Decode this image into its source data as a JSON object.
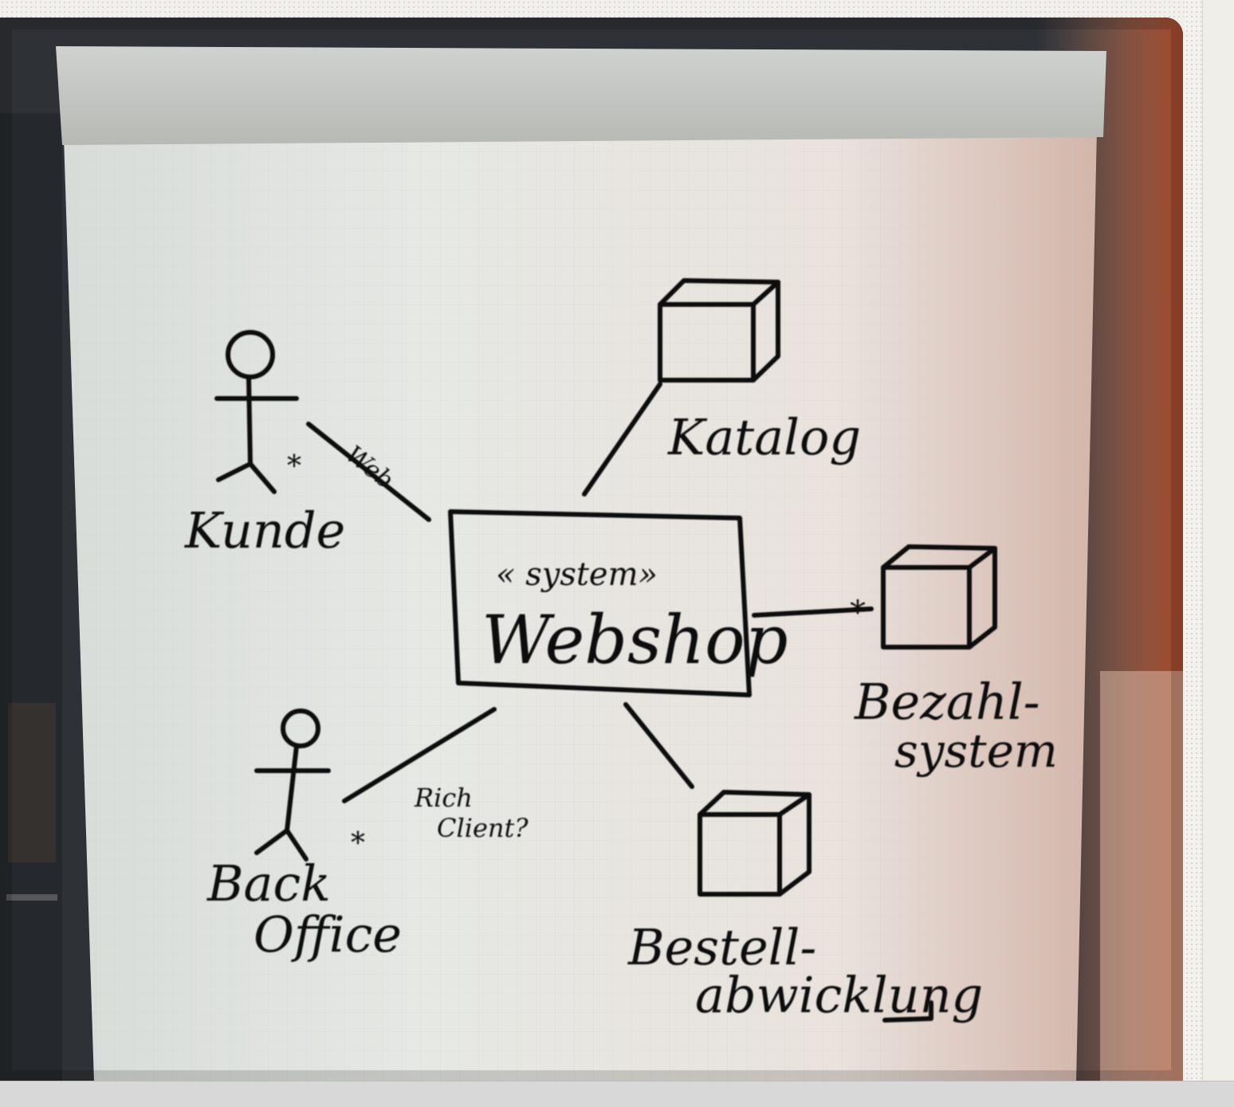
{
  "diagram": {
    "stereotype": "« system»",
    "system": "Webshop",
    "actors": {
      "customer": "Kunde",
      "back_office_line1": "Back",
      "back_office_line2": "Office"
    },
    "components": {
      "catalog": "Katalog",
      "payment_line1": "Bezahl-",
      "payment_line2": "system",
      "order_line1": "Bestell-",
      "order_line2": "abwicklung"
    },
    "edge_labels": {
      "web": "Web",
      "rich_client_line1": "Rich",
      "rich_client_line2": "Client?",
      "multiplicity": "*"
    }
  },
  "colors": {
    "paper": "#e4e7e2",
    "ink": "#111111",
    "room_dark": "#2e3136",
    "warm_light": "#c8603a"
  }
}
